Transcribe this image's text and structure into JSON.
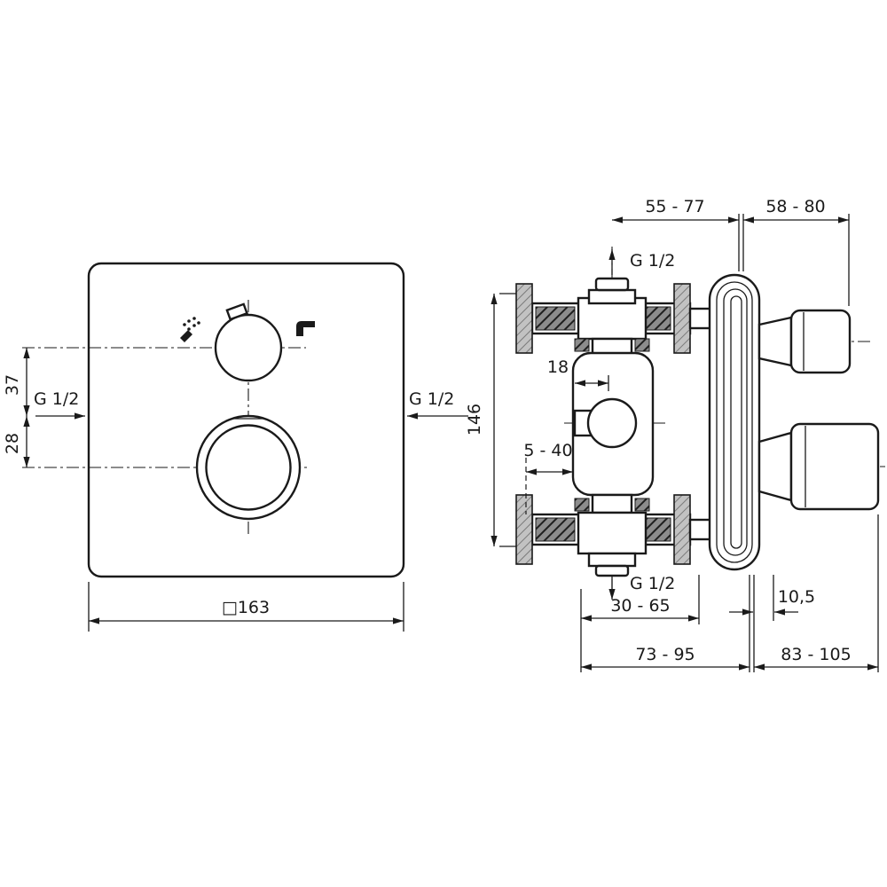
{
  "front": {
    "square_label": "□163",
    "dim_upper": "37",
    "dim_lower": "28",
    "inlet_left": "G 1/2",
    "inlet_right": "G 1/2"
  },
  "side": {
    "dim_top_left": "55 - 77",
    "dim_top_right": "58 - 80",
    "outlet_top": "G 1/2",
    "outlet_bottom": "G 1/2",
    "dim_height": "146",
    "dim_offset": "18",
    "dim_wall_range": "5 - 40",
    "dim_bottom_a": "30 - 65",
    "dim_plate_thickness": "10,5",
    "dim_bottom_b": "73 - 95",
    "dim_bottom_c": "83 - 105"
  },
  "colors": {
    "line": "#1a1a1a",
    "hatch_dark_bg": "#8c8c8c",
    "hatch_light_bg": "#c2c2c2"
  }
}
